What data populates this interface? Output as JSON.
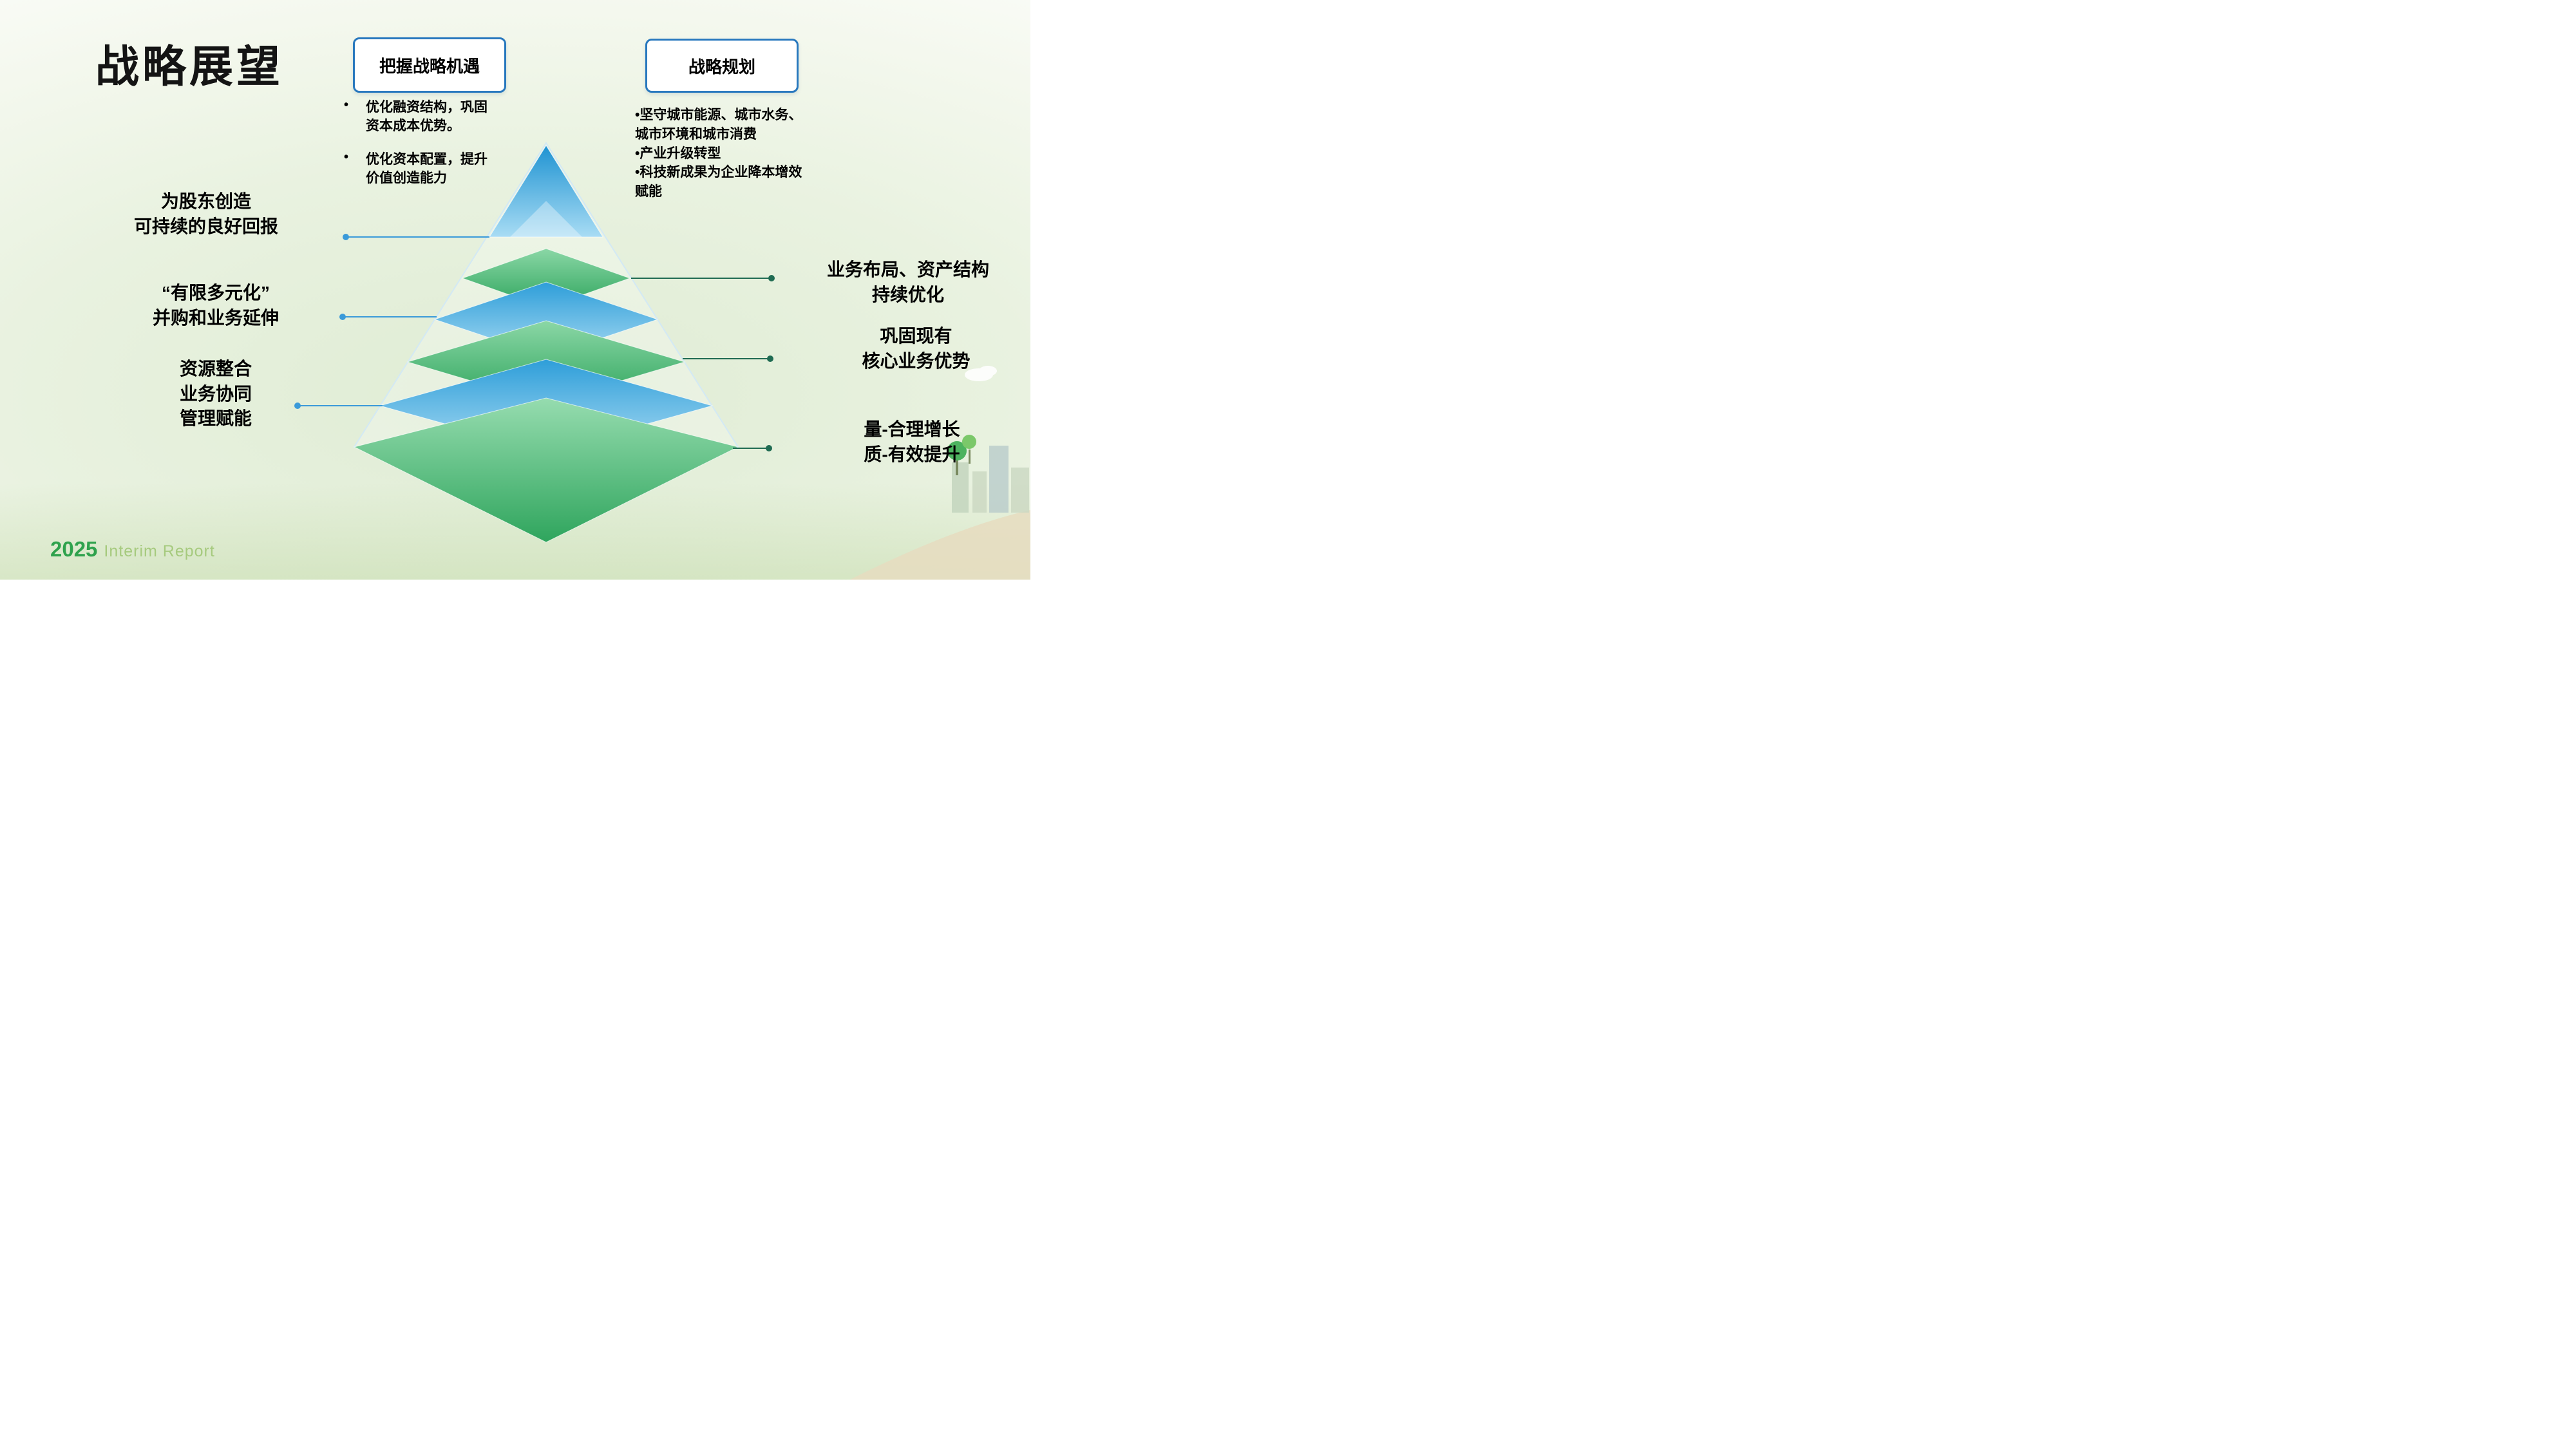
{
  "title": "战略展望",
  "bullet_marker": "•",
  "opportunity_box": {
    "title": "把握战略机遇",
    "bullet1": "优化融资结构，巩固\n资本成本优势。",
    "bullet2": "优化资本配置，提升\n价值创造能力"
  },
  "planning_box": {
    "title": "战略规划",
    "bullets": "•坚守城市能源、城市水务、\n城市环境和城市消费\n•产业升级转型\n•科技新成果为企业降本增效\n赋能"
  },
  "left_labels": [
    {
      "text": "为股东创造\n可持续的良好回报"
    },
    {
      "text": "“有限多元化”\n并购和业务延伸"
    },
    {
      "text": "资源整合\n业务协同\n管理赋能"
    }
  ],
  "right_labels": [
    {
      "text": "业务布局、资产结构\n持续优化"
    },
    {
      "text": "巩固现有\n核心业务优势"
    },
    {
      "text": "量-合理增长\n质-有效提升"
    }
  ],
  "footer": {
    "year": "2025",
    "label": "Interim Report"
  },
  "colors": {
    "box_border": "#2878BE",
    "pyramid_blue_dark": "#1F93D2",
    "pyramid_blue_light": "#A8DCF4",
    "pyramid_green_dark": "#2FA55D",
    "pyramid_green_light": "#8BD7A6",
    "left_connector": "#3A9AD9",
    "right_connector": "#1F6B52",
    "footer_year_green": "#2FA24D",
    "footer_label_green": "#A6CA7E"
  }
}
